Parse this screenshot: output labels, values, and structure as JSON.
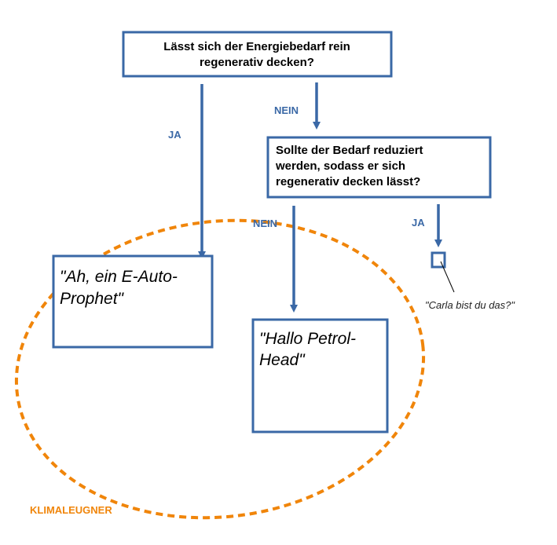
{
  "nodes": {
    "q1": {
      "line1": "Lässt sich der Energiebedarf rein",
      "line2": "regenerativ decken?"
    },
    "q2": {
      "line1": "Sollte der Bedarf reduziert",
      "line2": "werden, sodass er sich",
      "line3": "regenerativ decken lässt?"
    },
    "prophet": {
      "line1": "\"Ah, ein E-Auto-",
      "line2": "Prophet\""
    },
    "petrol": {
      "line1": "\"Hallo Petrol-",
      "line2": "Head\""
    },
    "tiny": {
      "callout": "\"Carla bist du das?\""
    }
  },
  "edges": {
    "q1_ja": "JA",
    "q1_nein": "NEIN",
    "q2_nein": "NEIN",
    "q2_ja": "JA"
  },
  "group": {
    "label": "KLIMALEUGNER"
  },
  "colors": {
    "box_border": "#3a68a6",
    "arrow": "#3a68a6",
    "ellipse": "#f0850a",
    "group_label": "#f0850a"
  }
}
